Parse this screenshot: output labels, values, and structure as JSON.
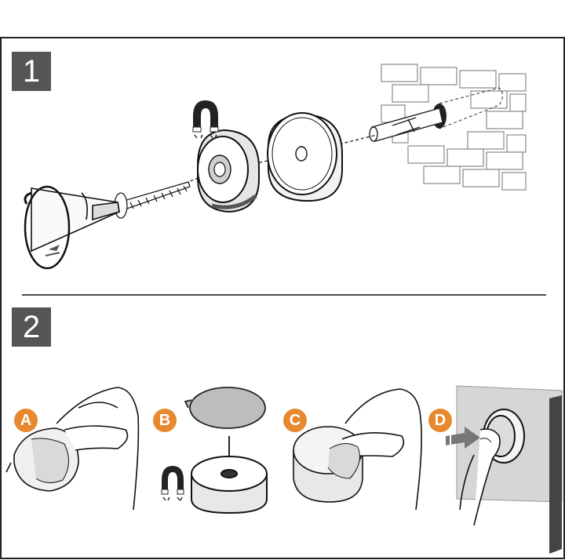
{
  "steps": [
    {
      "label": "1"
    },
    {
      "label": "2"
    }
  ],
  "substeps": [
    {
      "label": "A"
    },
    {
      "label": "B"
    },
    {
      "label": "C"
    },
    {
      "label": "D"
    }
  ],
  "colors": {
    "step_badge": "#555555",
    "substep_badge": "#e8882f",
    "line": "#111111",
    "wall": "#cfcfcf"
  },
  "icons": [
    "magnet-icon",
    "screwdriver-icon",
    "wall-plug-icon",
    "brick-wall-icon",
    "hand-icon",
    "arrow-icon"
  ]
}
